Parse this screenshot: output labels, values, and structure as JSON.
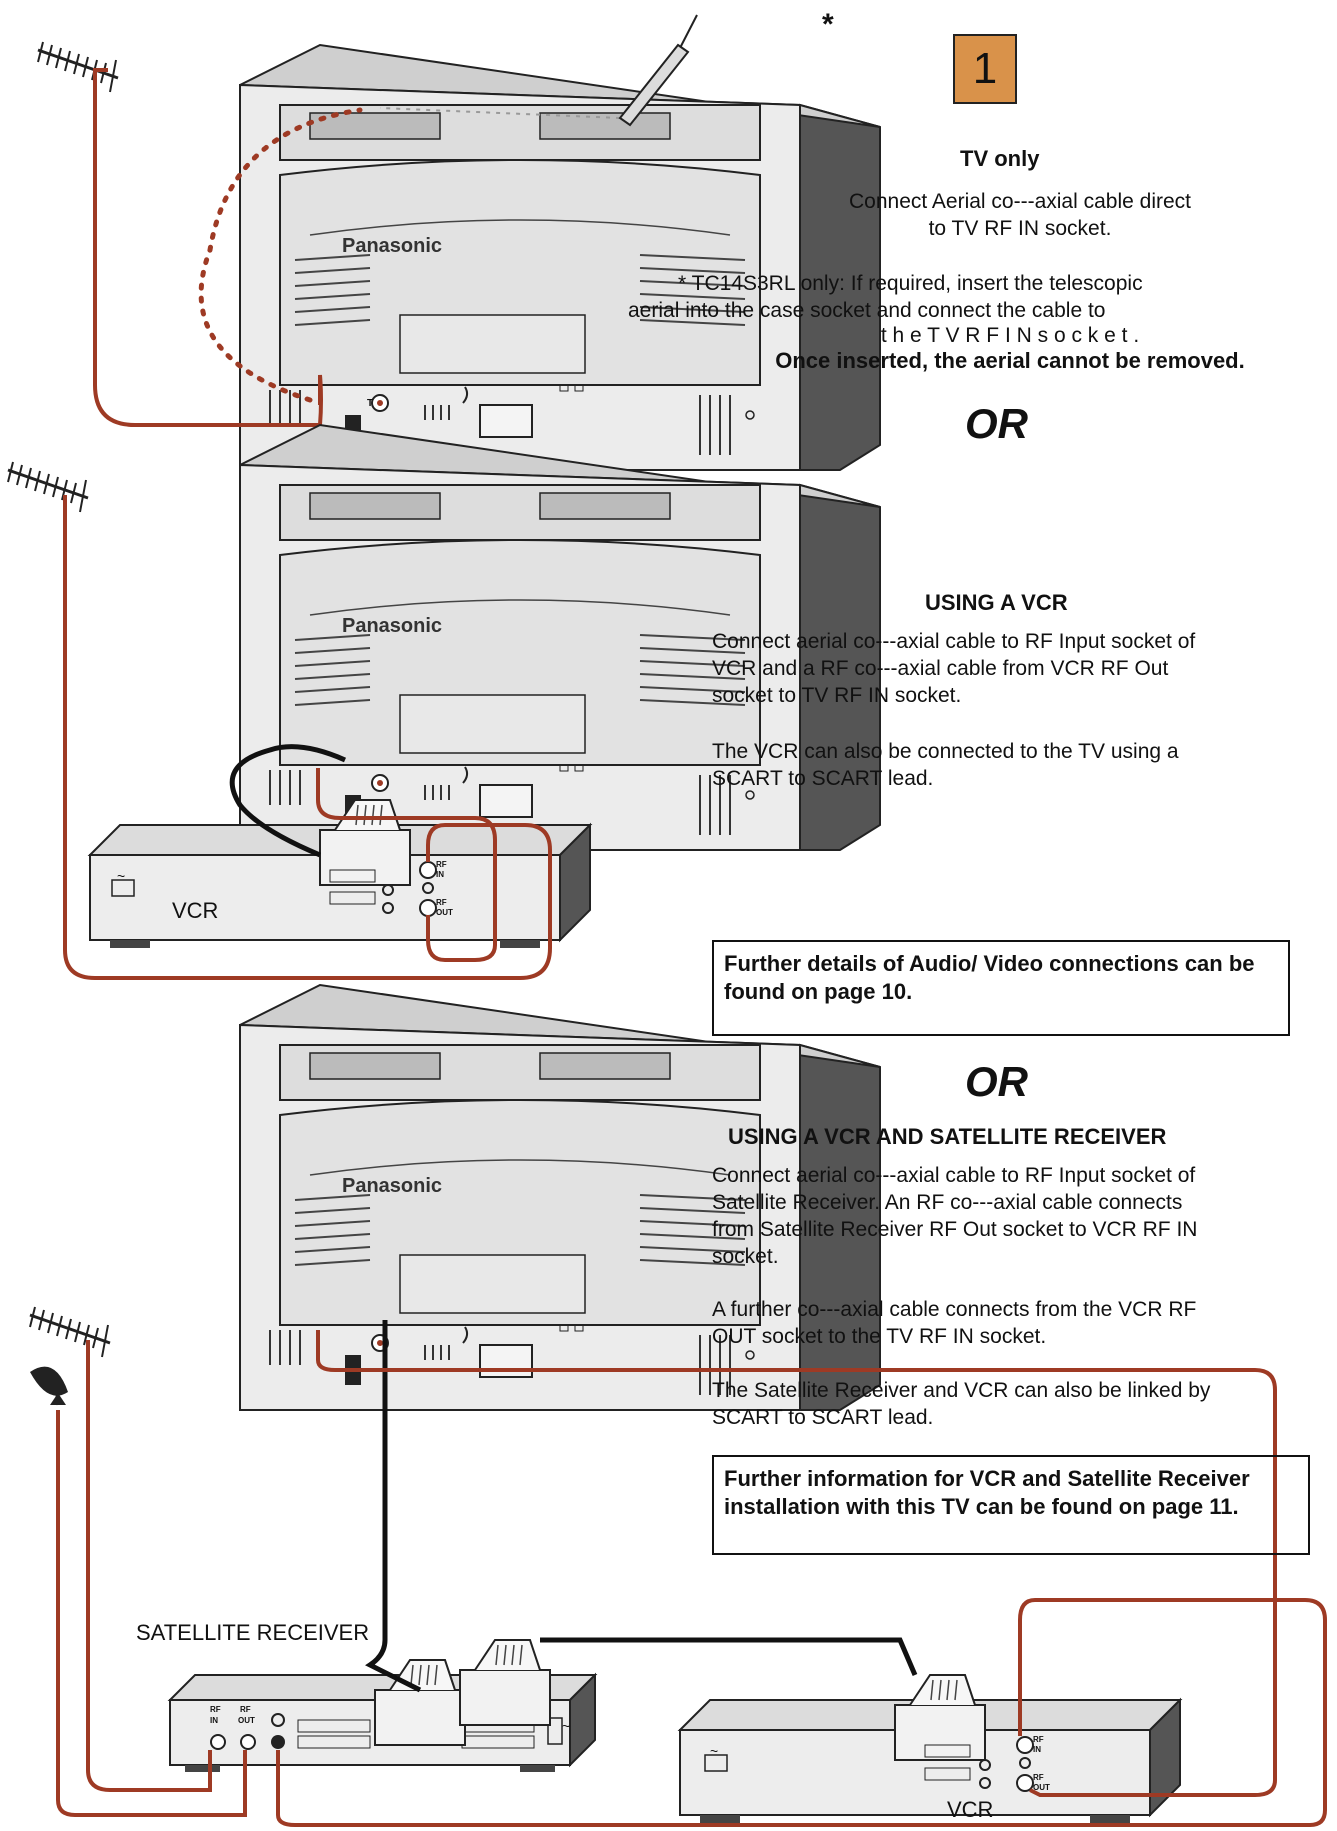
{
  "step_number": "1",
  "asterisk": "*",
  "section1": {
    "heading": "TV only",
    "line1": "Connect Aerial co---axial cable direct",
    "line2": "to TV RF IN socket.",
    "note_a": "* TC14S3RL only: If required, insert the telescopic",
    "note_b": "aerial into the case socket and connect the cable to",
    "note_c": "t h e T V R F I N s o c k e t .",
    "warning": "Once inserted, the aerial cannot be removed."
  },
  "or_label": "OR",
  "section2": {
    "heading": "USING A VCR",
    "p1_l1": "Connect aerial co---axial cable to RF Input socket of",
    "p1_l2": "VCR and a RF co---axial cable from VCR RF Out",
    "p1_l3": "socket to TV RF IN socket.",
    "p2_l1": "The VCR can also be connected to the TV using a",
    "p2_l2": "SCART to SCART lead.",
    "box_l1": "Further details of Audio/ Video connections can be",
    "box_l2": "found on page 10."
  },
  "section3": {
    "heading": "USING A VCR AND SATELLITE RECEIVER",
    "p1_l1": "Connect aerial co---axial cable to RF Input socket of",
    "p1_l2": "Satellite Receiver. An RF co---axial cable connects",
    "p1_l3": "from Satellite Receiver RF Out socket to VCR RF IN",
    "p1_l4": "socket.",
    "p2_l1": "A further co---axial cable connects from the VCR RF",
    "p2_l2": "OUT socket to the TV RF IN socket.",
    "p3_l1": "The Satellite Receiver and VCR can also be linked by",
    "p3_l2": "SCART to SCART lead.",
    "box_l1": "Further information for VCR and Satellite Receiver",
    "box_l2": "installation with this TV can be found on page 11."
  },
  "labels": {
    "brand": "Panasonic",
    "vcr": "VCR",
    "satellite_receiver": "SATELLITE   RECEIVER",
    "rf": "RF",
    "in": "IN",
    "out": "OUT",
    "tv_rf_in_symbol": "T",
    "mains_symbol": "~"
  },
  "colors": {
    "cable_rf": "#9e3a24",
    "cable_scart": "#111111",
    "tv_body": "#e9e9e9",
    "tv_side": "#555555",
    "badge": "#d9924a"
  }
}
